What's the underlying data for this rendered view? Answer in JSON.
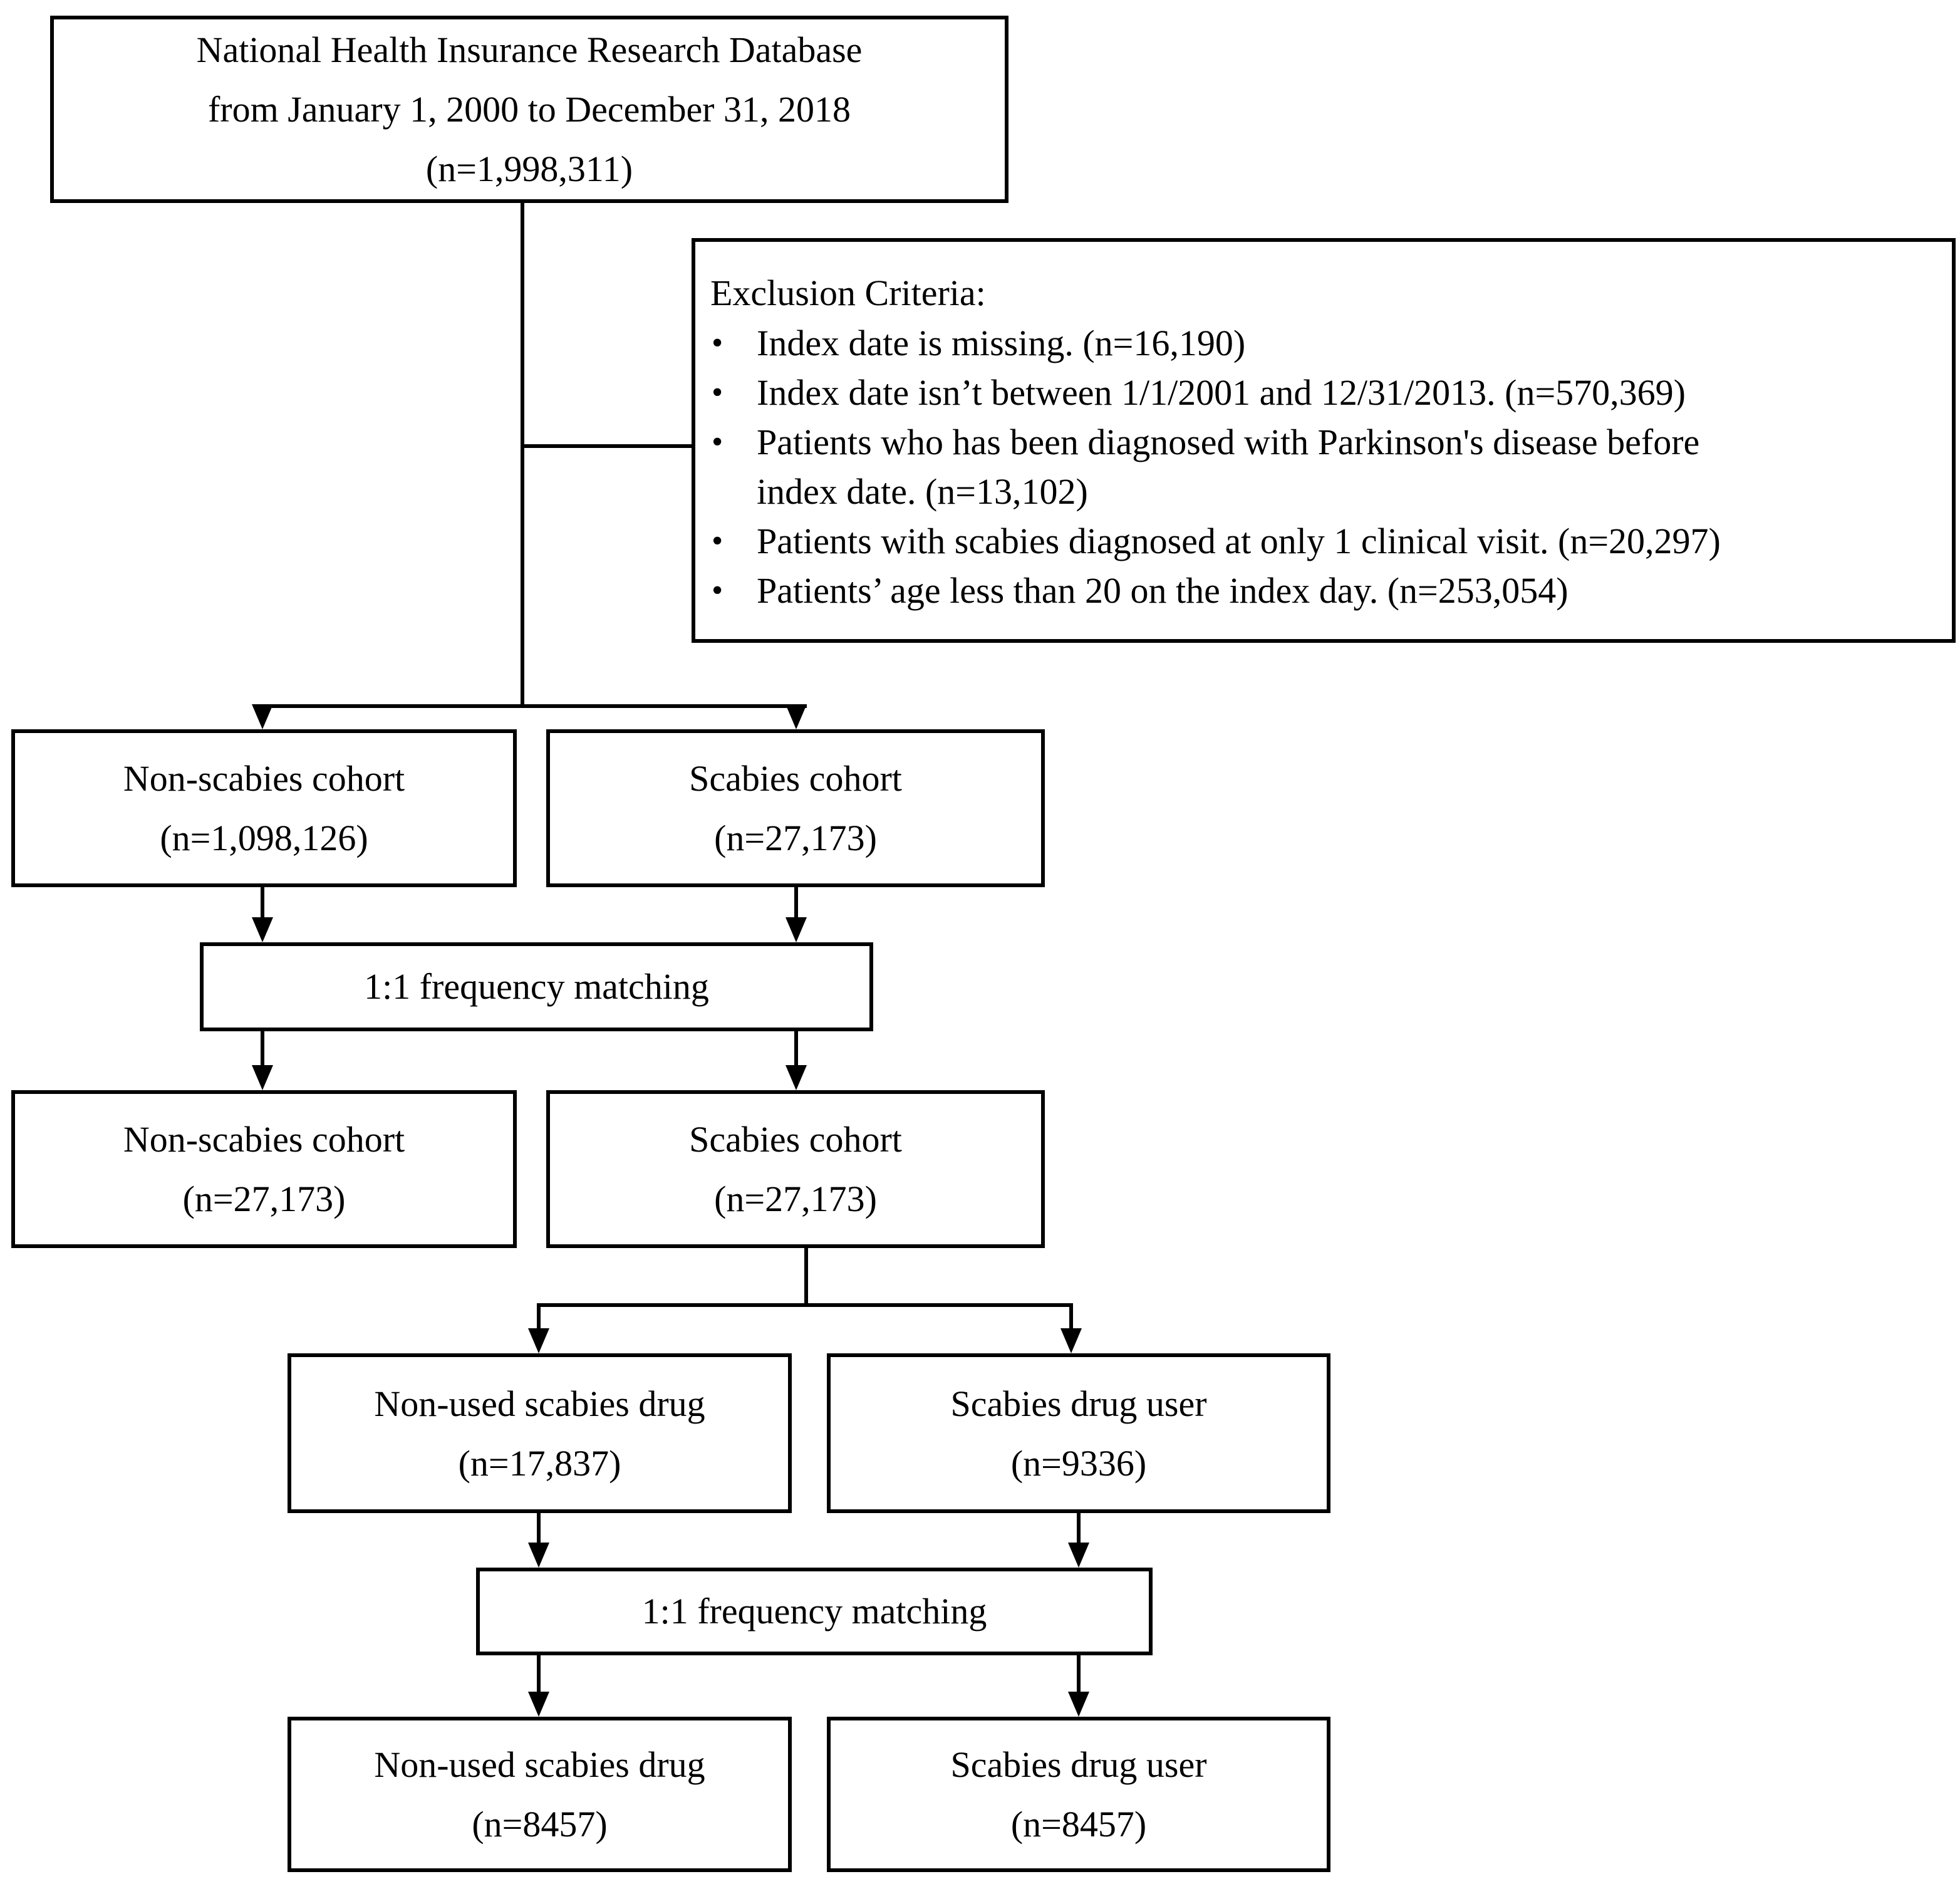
{
  "colors": {
    "line": "#000000",
    "box_border": "#000000",
    "background": "#ffffff",
    "text": "#000000"
  },
  "flowchart": {
    "source_box": {
      "lines": [
        "National Health Insurance Research Database",
        "from January 1, 2000 to December 31, 2018",
        "(n=1,998,311)"
      ]
    },
    "exclusion_box": {
      "title": "Exclusion Criteria:",
      "bullet_char": "•",
      "items": [
        {
          "lines": [
            "Index date is missing. (n=16,190)"
          ]
        },
        {
          "lines": [
            "Index date isn’t between 1/1/2001 and 12/31/2013. (n=570,369)"
          ]
        },
        {
          "lines": [
            "Patients who has been diagnosed with Parkinson's disease before",
            "index date. (n=13,102)"
          ]
        },
        {
          "lines": [
            "Patients with scabies diagnosed at only 1 clinical visit. (n=20,297)"
          ]
        },
        {
          "lines": [
            "Patients’ age less than 20 on the index day. (n=253,054)"
          ]
        }
      ]
    },
    "cohort_row": {
      "non_scabies": {
        "lines": [
          "Non-scabies cohort",
          "(n=1,098,126)"
        ]
      },
      "scabies": {
        "lines": [
          "Scabies cohort",
          "(n=27,173)"
        ]
      }
    },
    "matching1": {
      "label": "1:1 frequency matching"
    },
    "matched_cohort_row": {
      "non_scabies": {
        "lines": [
          "Non-scabies cohort",
          "(n=27,173)"
        ]
      },
      "scabies": {
        "lines": [
          "Scabies cohort",
          "(n=27,173)"
        ]
      }
    },
    "drug_row": {
      "non_used": {
        "lines": [
          "Non-used scabies drug",
          "(n=17,837)"
        ]
      },
      "user": {
        "lines": [
          "Scabies drug user",
          "(n=9336)"
        ]
      }
    },
    "matching2": {
      "label": "1:1 frequency matching"
    },
    "matched_drug_row": {
      "non_used": {
        "lines": [
          "Non-used scabies drug",
          "(n=8457)"
        ]
      },
      "user": {
        "lines": [
          "Scabies drug user",
          "(n=8457)"
        ]
      }
    }
  }
}
